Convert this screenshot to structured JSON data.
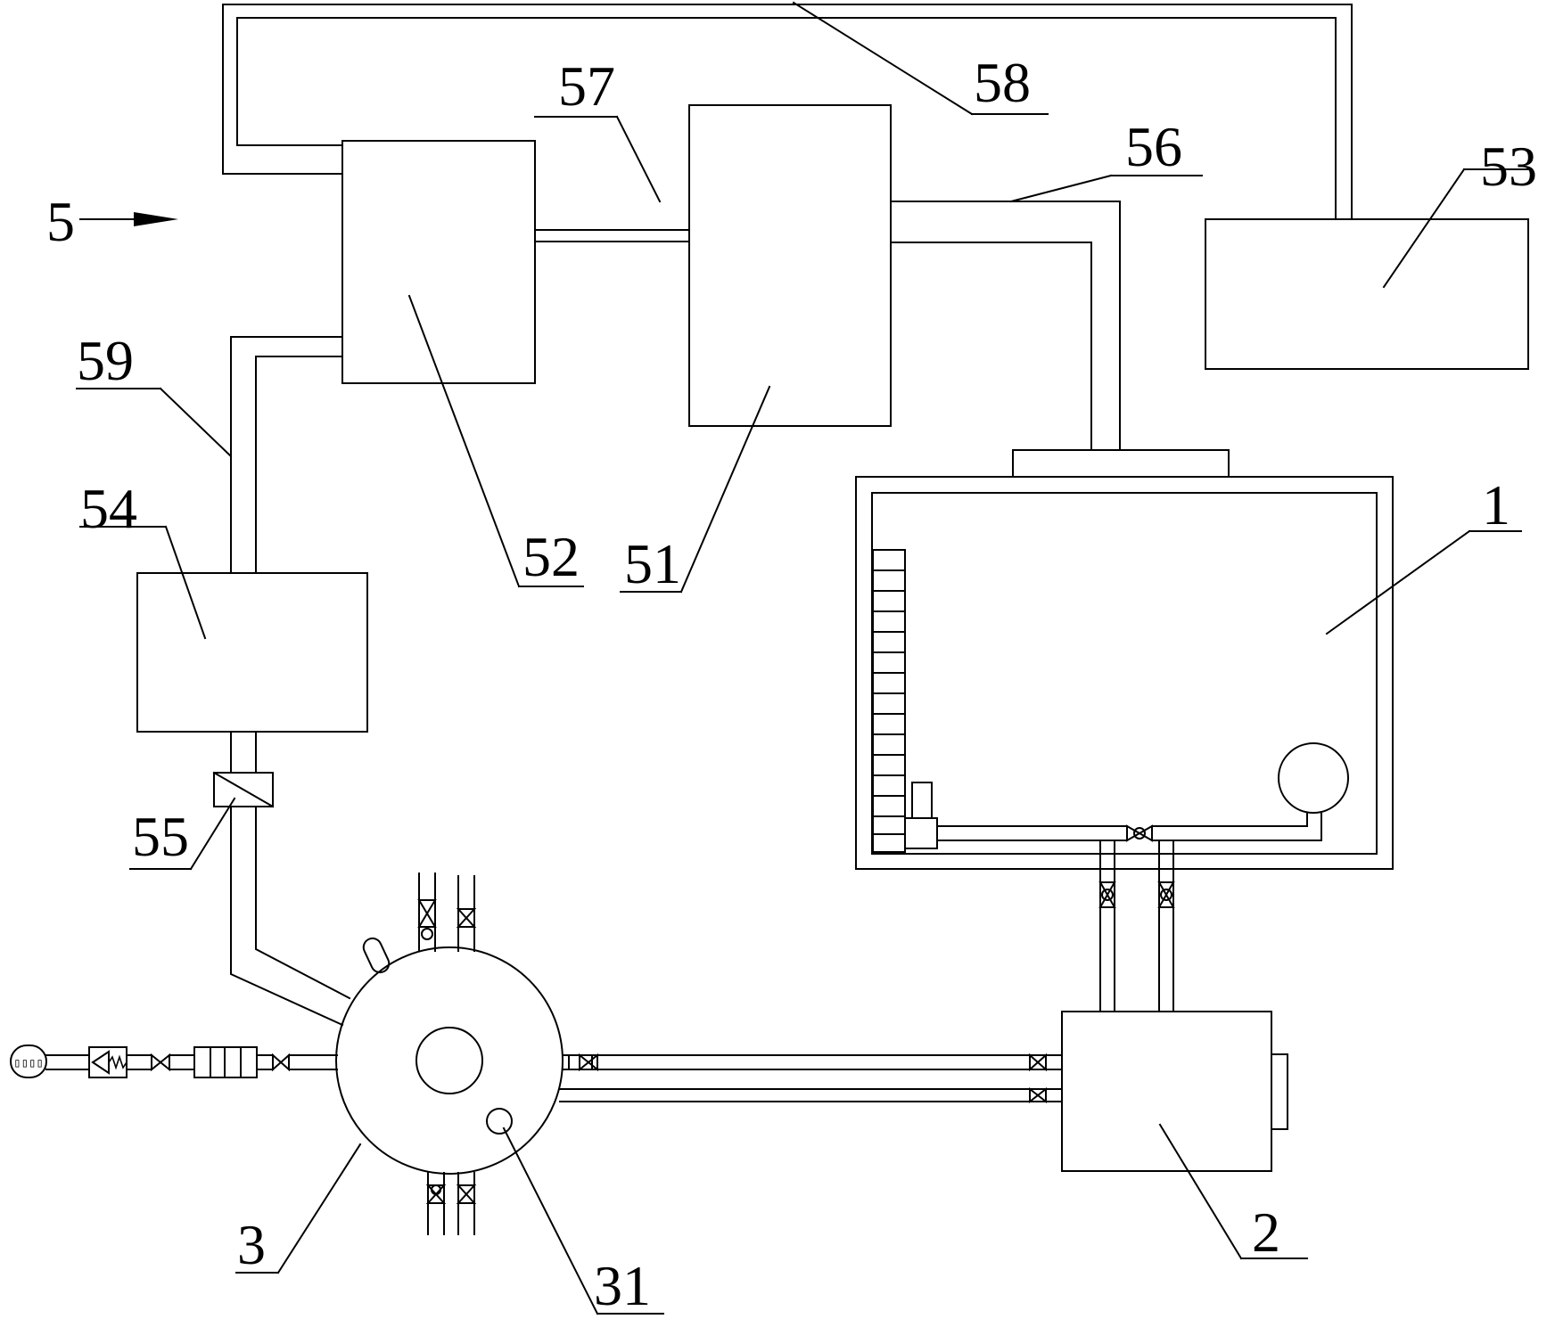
{
  "labels": {
    "l1": "1",
    "l2": "2",
    "l3": "3",
    "l31": "31",
    "l5": "5",
    "l51": "51",
    "l52": "52",
    "l53": "53",
    "l54": "54",
    "l55": "55",
    "l56": "56",
    "l57": "57",
    "l58": "58",
    "l59": "59"
  }
}
